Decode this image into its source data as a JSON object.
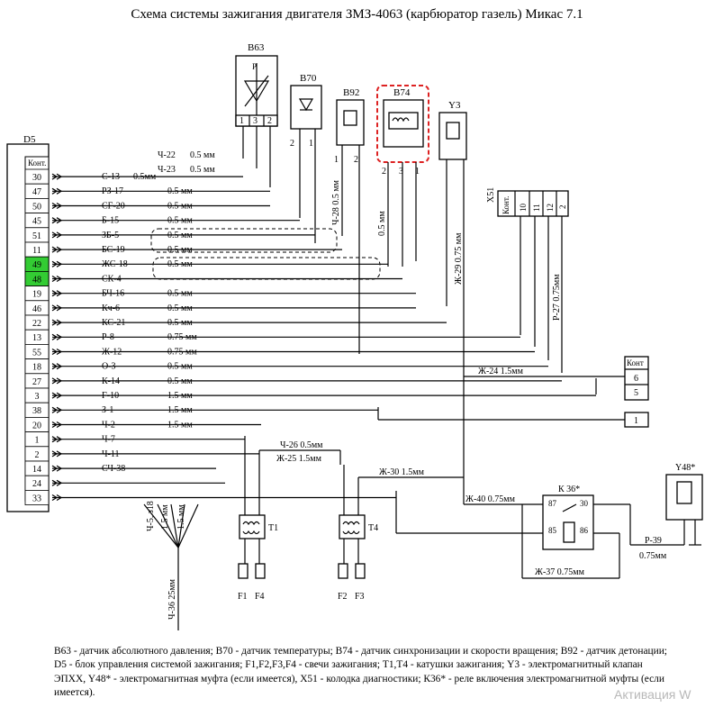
{
  "title": "Схема системы зажигания двигателя ЗМЗ-4063 (карбюратор газель) Микас 7.1",
  "ecu": {
    "name": "D5",
    "header": "Конт.",
    "pins": [
      "30",
      "47",
      "50",
      "45",
      "51",
      "11",
      "49",
      "48",
      "19",
      "46",
      "22",
      "13",
      "55",
      "18",
      "27",
      "3",
      "38",
      "20",
      "1",
      "2",
      "14",
      "24",
      "33"
    ],
    "highlighted_pins": [
      "49",
      "48"
    ],
    "highlight_color": "#33cc33"
  },
  "wires": [
    {
      "code": "С-13",
      "section": "0.5мм"
    },
    {
      "code": "РЗ-17",
      "section": "0.5 мм"
    },
    {
      "code": "СГ-20",
      "section": "0.5 мм"
    },
    {
      "code": "Б-15",
      "section": "0.5 мм"
    },
    {
      "code": "ЗБ-5",
      "section": "0.5 мм"
    },
    {
      "code": "БС-19",
      "section": "0.5 мм"
    },
    {
      "code": "ЖС-18",
      "section": "0.5 мм"
    },
    {
      "code": "СК-4",
      "section": ""
    },
    {
      "code": "БЧ-16",
      "section": "0.5 мм"
    },
    {
      "code": "Кч-6",
      "section": "0.5 мм"
    },
    {
      "code": "КС-21",
      "section": "0.5 мм"
    },
    {
      "code": "Р-8",
      "section": "0.75 мм"
    },
    {
      "code": "Ж-12",
      "section": "0.75 мм"
    },
    {
      "code": "О-3",
      "section": "0.5 мм"
    },
    {
      "code": "К-14",
      "section": "0.5 мм"
    },
    {
      "code": "Г-10",
      "section": "1.5 мм"
    },
    {
      "code": "З-1",
      "section": "1.5 мм"
    },
    {
      "code": "Ч-2",
      "section": "1.5 мм"
    },
    {
      "code": "Ч-7",
      "section": ""
    },
    {
      "code": "Ч-11",
      "section": ""
    },
    {
      "code": "СЧ-38",
      "section": ""
    }
  ],
  "upper_wires": [
    {
      "code": "Ч-22",
      "section": "0.5 мм"
    },
    {
      "code": "Ч-23",
      "section": "0.5 мм"
    }
  ],
  "components": {
    "b63": {
      "name": "В63",
      "symbol": "P",
      "pins": [
        "1",
        "3",
        "2"
      ]
    },
    "b70": {
      "name": "В70",
      "pins": [
        "2",
        "1"
      ]
    },
    "b92": {
      "name": "В92",
      "pins": [
        "1",
        "2"
      ]
    },
    "b74": {
      "name": "В74",
      "pins": [
        "2",
        "3",
        "1"
      ],
      "highlight_color": "#dd2222"
    },
    "y3": {
      "name": "Y3"
    },
    "x51": {
      "name": "X51",
      "header": "Конт.",
      "pins": [
        "10",
        "11",
        "12",
        "2"
      ]
    },
    "k36": {
      "name": "К 36*",
      "pins": [
        "87",
        "30",
        "85",
        "86"
      ]
    },
    "y48": {
      "name": "Y48*"
    },
    "t1": {
      "name": "T1"
    },
    "t4": {
      "name": "T4"
    },
    "plugs": [
      "F1",
      "F4",
      "F2",
      "F3"
    ],
    "right_conn": {
      "header": "Конт",
      "pins": [
        "6",
        "5",
        "1"
      ]
    }
  },
  "vertical_labels": [
    "Ч-28 0.5 мм",
    "0.5 мм",
    "Ж-29 0.75 мм",
    "Р-27 0.75мм",
    "Ч-36 25мм",
    "Ч-5, з18",
    "1.5 мм",
    "1.5 мм"
  ],
  "extra_labels": [
    "Ж-24 1.5мм",
    "Ч-26 0.5мм",
    "Ж-25 1.5мм",
    "Ж-30 1.5мм",
    "Ж-40 0.75мм",
    "Ж-37 0.75мм",
    "Р-39",
    "0.75мм"
  ],
  "legend": "В63 - датчик абсолютного давления; В70 - датчик температуры; В74 - датчик синхронизации и скорости вращения; В92 - датчик детонации; D5 - блок управления системой зажигания; F1,F2,F3,F4 - свечи зажигания; T1,T4 - катушки зажигания; Y3 - электромагнитный клапан ЭПХХ, Y48* - электромагнитная муфта (если имеется), X51 - колодка диагностики; К36* - реле включения электромагнитной муфты (если имеется).",
  "watermark": "Активация W"
}
